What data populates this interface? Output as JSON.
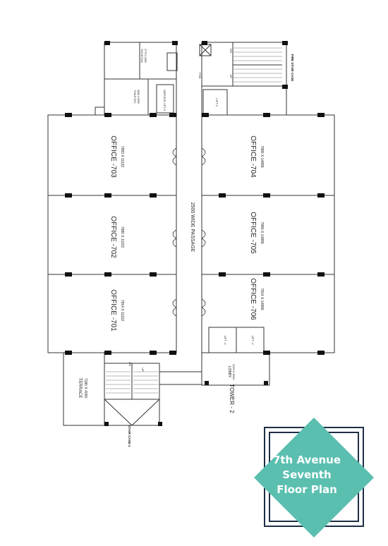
{
  "plan": {
    "offices": [
      {
        "name": "OFFICE -703",
        "dims": "7883 X 11102"
      },
      {
        "name": "OFFICE -702",
        "dims": "7880 X 11102"
      },
      {
        "name": "OFFICE -701",
        "dims": "7814 X 11102"
      },
      {
        "name": "OFFICE -704",
        "dims": "7880 X 14889"
      },
      {
        "name": "OFFICE -705",
        "dims": "7880 X 14889"
      },
      {
        "name": "OFFICE -706",
        "dims": "7814 X 14889"
      }
    ],
    "passage": "2500 WIDE PASSAGE",
    "terrace": {
      "name": "TERRACE",
      "dims": "7180 X 4000"
    },
    "lobby": {
      "name": "LOBBY",
      "dims": "3225 X 6500"
    },
    "tower": "TOWER - 2",
    "stair_case_1": "STAIR CASE-1",
    "fire_stair_case": "FIRE STAIR CASE",
    "lift_1": "LIFT -1",
    "lift_2": "LIFT -2",
    "lift_3": "LIFT-3",
    "service_lift": "SERVICE LIFT-2",
    "toilet_gents": {
      "name": "TOILET(M)",
      "dims": "2770 X 6305"
    },
    "toilet_ladies": {
      "name": "TOILET(F)",
      "dims": "3600 X 6055"
    },
    "ups": "UP",
    "down": "DN",
    "duct": "FCB",
    "stair_up": "UP",
    "stair_dn": "DN"
  },
  "badge": {
    "line1": "7th Avenue",
    "line2": "Seventh",
    "line3": "Floor Plan",
    "color": "#5bbfb0",
    "frame_color": "#1d2f45"
  }
}
